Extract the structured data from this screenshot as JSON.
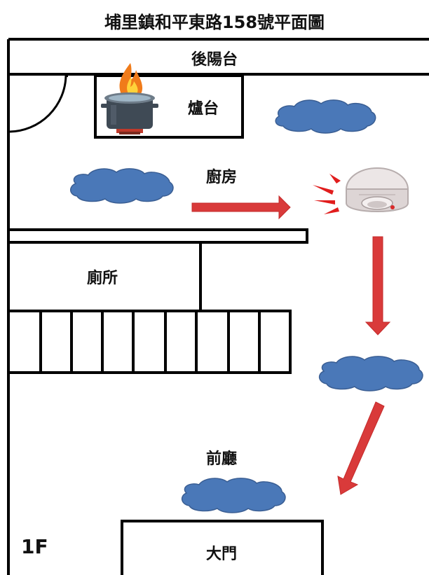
{
  "title": "埔里鎮和平東路158號平面圖",
  "rooms": {
    "back_balcony": "後陽台",
    "stove": "爐台",
    "kitchen": "廚房",
    "toilet": "廁所",
    "living_room": "前廳",
    "main_door": "大門"
  },
  "floor": "1F",
  "icons": {
    "pot_fire": "pot-with-fire-icon",
    "smoke_detector": "smoke-detector-icon",
    "smoke_cloud": "smoke-cloud-icon",
    "flow_arrow": "red-arrow-icon"
  },
  "colors": {
    "smoke": "#4a78b8",
    "arrow": "#d93a3a",
    "alarm_burst": "#e11d1d"
  }
}
